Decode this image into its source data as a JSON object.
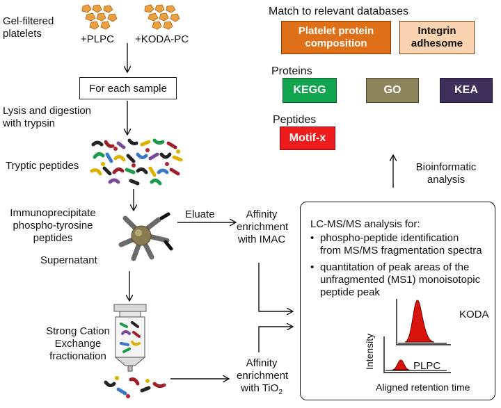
{
  "left": {
    "gel_filtered": "Gel-filtered\nplatelets",
    "plpc": "+PLPC",
    "koda_pc": "+KODA-PC",
    "for_each_sample": "For each sample",
    "lysis": "Lysis and digestion\nwith trypsin",
    "tryptic_peptides": "Tryptic peptides",
    "immunoprecipitate": "Immunoprecipitate\nphospho-tyrosine\npeptides",
    "eluate": "Eluate",
    "supernatant": "Supernatant",
    "scx": "Strong Cation\nExchange\nfractionation"
  },
  "middle": {
    "imac": "Affinity\nenrichment\nwith IMAC",
    "tio2_main": "Affinity\nenrichment\nwith TiO",
    "tio2_sub": "2"
  },
  "databases": {
    "heading": "Match to relevant databases",
    "platelet_protein": "Platelet protein\ncomposition",
    "integrin": "Integrin\nadhesome",
    "proteins_heading": "Proteins",
    "kegg": "KEGG",
    "go": "GO",
    "kea": "KEA",
    "peptides_heading": "Peptides",
    "motif_x": "Motif-x",
    "bioinformatic": "Bioinformatic\nanalysis"
  },
  "lcms": {
    "title": "LC-MS/MS analysis for:",
    "bullet1": "phospho-peptide identification\nfrom MS/MS fragmentation spectra",
    "bullet2": "quantitation of peak areas of the\nunfragmented (MS1) monoisotopic\npeptide peak",
    "koda_label": "KODA",
    "plpc_label": "PLPC",
    "intensity": "Intensity",
    "retention": "Aligned retention time"
  },
  "colors": {
    "platelet_orange": "#e07018",
    "integrin_peach": "#fad3b0",
    "kegg_green": "#12a550",
    "go_olive": "#8d865c",
    "kea_purple": "#3e2f5b",
    "motif_red": "#ee1c1c",
    "peak_red": "#d8140c",
    "platelet_gold": "#e8a040"
  }
}
